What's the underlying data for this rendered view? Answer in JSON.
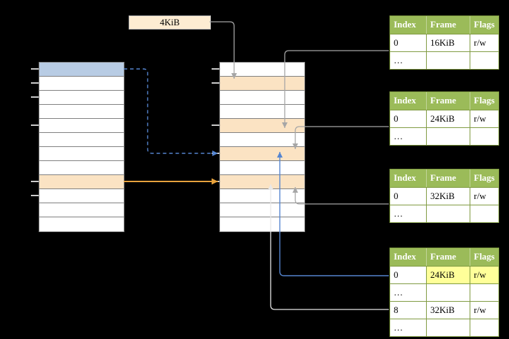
{
  "size_label": {
    "text": "4KiB"
  },
  "virtual_memory": {
    "rows": 12,
    "highlights": {
      "0": "blue",
      "8": "orange"
    }
  },
  "physical_memory": {
    "rows": 12,
    "highlights": {
      "1": "orange",
      "4": "orange",
      "6": "orange",
      "8": "orange"
    }
  },
  "table_headers": [
    "Index",
    "Frame",
    "Flags"
  ],
  "page_tables": [
    {
      "rows": [
        {
          "index": "0",
          "frame": "16KiB",
          "flags": "r/w"
        },
        {
          "index": "…",
          "frame": "",
          "flags": ""
        }
      ]
    },
    {
      "rows": [
        {
          "index": "0",
          "frame": "24KiB",
          "flags": "r/w"
        },
        {
          "index": "…",
          "frame": "",
          "flags": ""
        }
      ]
    },
    {
      "rows": [
        {
          "index": "0",
          "frame": "32KiB",
          "flags": "r/w"
        },
        {
          "index": "…",
          "frame": "",
          "flags": ""
        }
      ]
    },
    {
      "rows": [
        {
          "index": "0",
          "frame": "24KiB",
          "flags": "r/w",
          "highlight": [
            "frame",
            "flags"
          ]
        },
        {
          "index": "…",
          "frame": "",
          "flags": ""
        },
        {
          "index": "8",
          "frame": "32KiB",
          "flags": "r/w"
        },
        {
          "index": "…",
          "frame": "",
          "flags": ""
        }
      ]
    }
  ],
  "colors": {
    "highlight_blue": "#b8cce4",
    "highlight_orange": "#fbe3c3",
    "label_bg": "#fdecd2",
    "table_header_bg": "#9bbb59",
    "table_header_text": "#ffffff",
    "table_border": "#7f9a40",
    "cell_highlight": "#ffff99",
    "memory_border": "#7f7f7f",
    "arrow_gray": "#a6a6a6",
    "arrow_blue": "#5585d0",
    "arrow_orange": "#e8a33d",
    "arrow_white": "#e8e8e8"
  }
}
